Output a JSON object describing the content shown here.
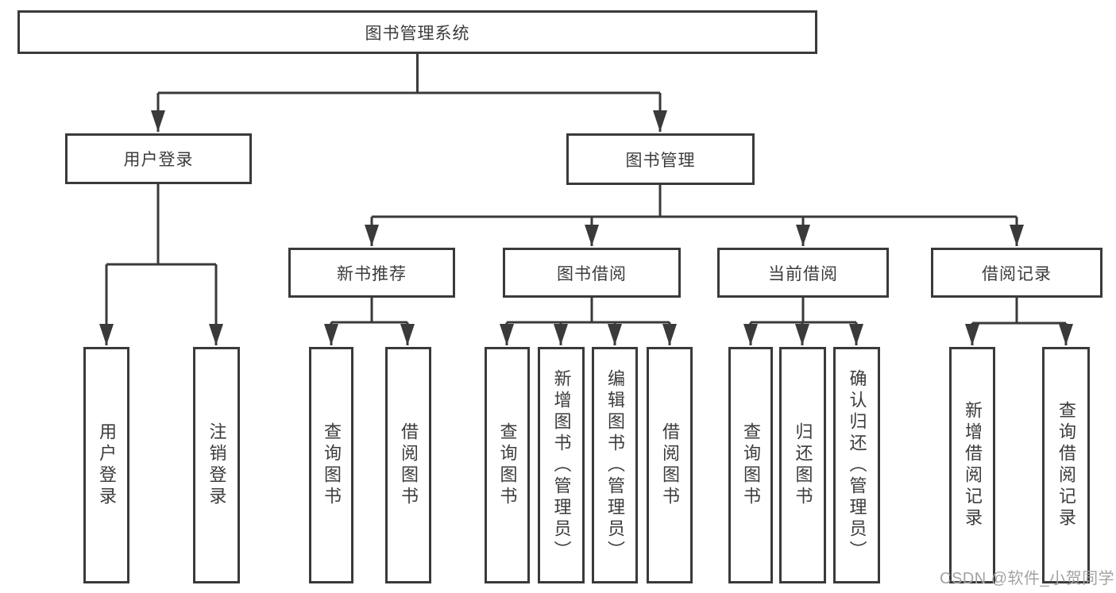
{
  "diagram": {
    "root": {
      "label": "图书管理系统"
    },
    "level2": [
      {
        "id": "user-login",
        "label": "用户登录"
      },
      {
        "id": "book-management",
        "label": "图书管理"
      }
    ],
    "level3": [
      {
        "id": "new-book-recommend",
        "label": "新书推荐",
        "parent": "图书管理"
      },
      {
        "id": "book-borrowing",
        "label": "图书借阅",
        "parent": "图书管理"
      },
      {
        "id": "current-borrowing",
        "label": "当前借阅",
        "parent": "图书管理"
      },
      {
        "id": "borrowing-records",
        "label": "借阅记录",
        "parent": "图书管理"
      }
    ],
    "leaves": [
      {
        "label": "用户登录",
        "parent": "用户登录"
      },
      {
        "label": "注销登录",
        "parent": "用户登录"
      },
      {
        "label": "查询图书",
        "parent": "新书推荐"
      },
      {
        "label": "借阅图书",
        "parent": "新书推荐"
      },
      {
        "label": "查询图书",
        "parent": "图书借阅"
      },
      {
        "label": "新增图书（管理员）",
        "parent": "图书借阅"
      },
      {
        "label": "编辑图书（管理员）",
        "parent": "图书借阅"
      },
      {
        "label": "借阅图书",
        "parent": "图书借阅"
      },
      {
        "label": "查询图书",
        "parent": "当前借阅"
      },
      {
        "label": "归还图书",
        "parent": "当前借阅"
      },
      {
        "label": "确认归还（管理员）",
        "parent": "当前借阅"
      },
      {
        "label": "新增借阅记录",
        "parent": "借阅记录"
      },
      {
        "label": "查询借阅记录",
        "parent": "借阅记录"
      }
    ]
  },
  "watermark": "CSDN @软件_小贺同学",
  "colors": {
    "line": "#3a3a3a",
    "text": "#3c3c3c",
    "watermark": "#a3a3a3",
    "background": "#ffffff"
  }
}
